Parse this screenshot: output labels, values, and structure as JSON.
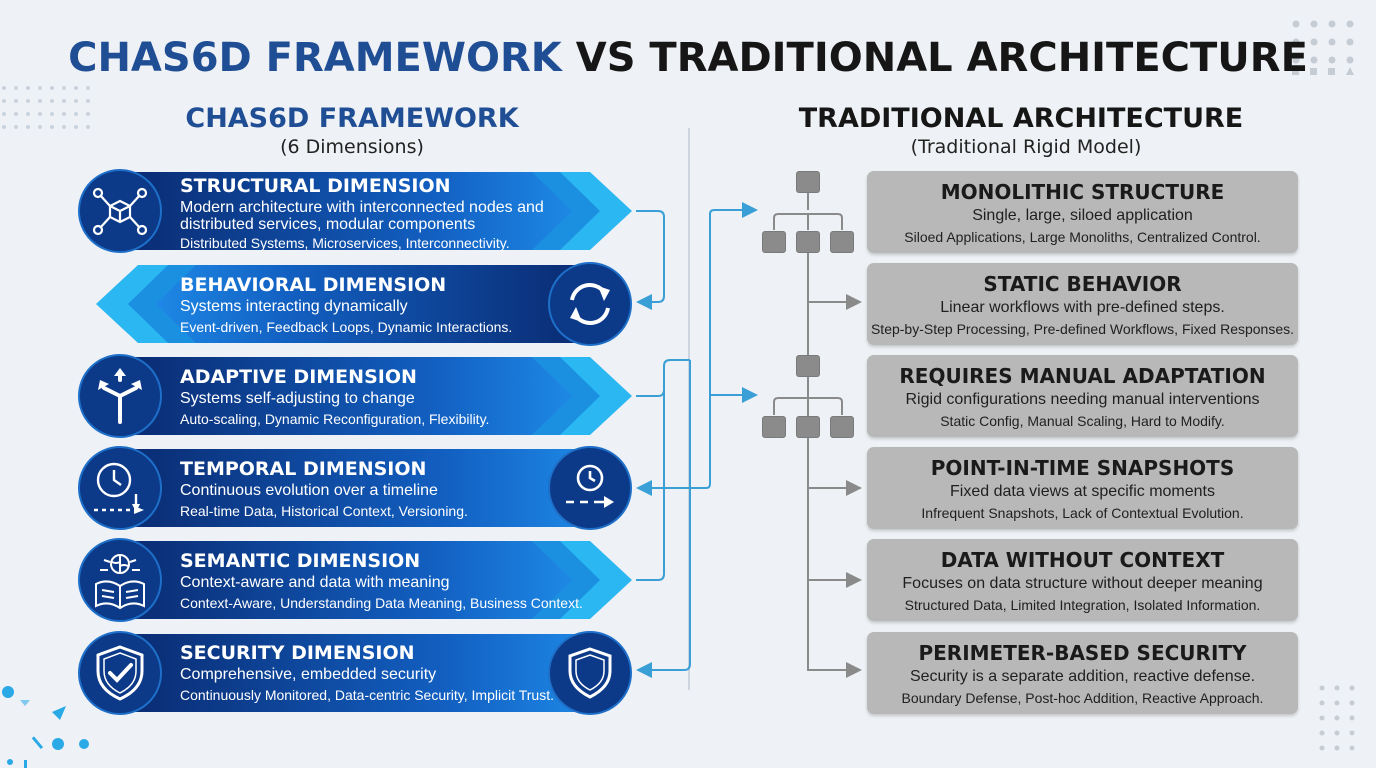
{
  "title": {
    "part1": "CHAS6D FRAMEWORK",
    "part2": "VS TRADITIONAL ARCHITECTURE"
  },
  "left": {
    "heading": "CHAS6D FRAMEWORK",
    "subheading": "(6 Dimensions)",
    "items": [
      {
        "title": "STRUCTURAL DIMENSION",
        "desc": "Modern architecture with interconnected nodes and\ndistributed services, modular components",
        "tags": "Distributed Systems, Microservices, Interconnectivity.",
        "icon": "network-cube-icon"
      },
      {
        "title": "BEHAVIORAL DIMENSION",
        "desc": "Systems interacting dynamically",
        "tags": "Event-driven, Feedback Loops, Dynamic Interactions.",
        "icon": "refresh-cycle-icon"
      },
      {
        "title": "ADAPTIVE DIMENSION",
        "desc": "Systems self-adjusting to change",
        "tags": "Auto-scaling, Dynamic Reconfiguration, Flexibility.",
        "icon": "split-arrows-icon"
      },
      {
        "title": "TEMPORAL DIMENSION",
        "desc": "Continuous evolution over a timeline",
        "tags": "Real-time Data, Historical Context, Versioning.",
        "icon": "clock-timeline-icon"
      },
      {
        "title": "SEMANTIC DIMENSION",
        "desc": "Context-aware and data with meaning",
        "tags": "Context-Aware, Understanding Data Meaning, Business Context.",
        "icon": "brain-book-icon"
      },
      {
        "title": "SECURITY DIMENSION",
        "desc": "Comprehensive, embedded security",
        "tags": "Continuously Monitored, Data-centric Security, Implicit Trust.",
        "icon": "shield-check-icon"
      }
    ]
  },
  "right": {
    "heading": "TRADITIONAL ARCHITECTURE",
    "subheading": "(Traditional Rigid Model)",
    "items": [
      {
        "title": "MONOLITHIC STRUCTURE",
        "desc": "Single, large, siloed application",
        "tags": "Siloed Applications, Large Monoliths, Centralized Control."
      },
      {
        "title": "STATIC BEHAVIOR",
        "desc": "Linear workflows with pre-defined steps.",
        "tags": "Step-by-Step Processing, Pre-defined Workflows, Fixed Responses."
      },
      {
        "title": "REQUIRES MANUAL ADAPTATION",
        "desc": "Rigid configurations needing manual interventions",
        "tags": "Static Config, Manual Scaling, Hard to Modify."
      },
      {
        "title": "POINT-IN-TIME SNAPSHOTS",
        "desc": "Fixed data views at specific moments",
        "tags": "Infrequent Snapshots, Lack of Contextual Evolution."
      },
      {
        "title": "DATA WITHOUT CONTEXT",
        "desc": "Focuses on data structure without deeper meaning",
        "tags": "Structured Data, Limited Integration, Isolated Information."
      },
      {
        "title": "PERIMETER-BASED SECURITY",
        "desc": "Security is a separate addition, reactive defense.",
        "tags": "Boundary Defense, Post-hoc Addition, Reactive Approach."
      }
    ]
  },
  "colors": {
    "navy": "#1f4e95",
    "blue_dark": "#0b2f7a",
    "blue_mid": "#1565c0",
    "cyan": "#29b6f6",
    "gray_box": "#b8b8b8",
    "gray_line": "#8a8a8a",
    "connector": "#3a9fd6"
  }
}
